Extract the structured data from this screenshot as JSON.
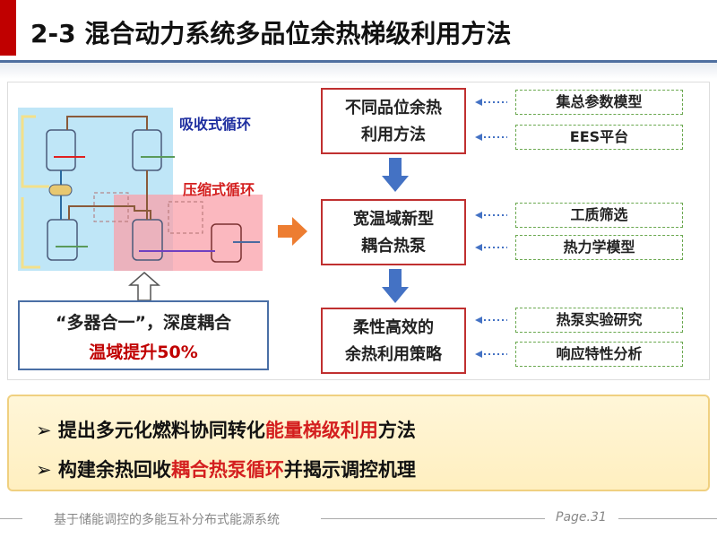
{
  "title": "2-3 混合动力系统多品位余热梯级利用方法",
  "diagram": {
    "absorption_label": "吸收式循环",
    "compression_label": "压缩式循环",
    "claim_line1": "“多器合一”，深度耦合",
    "claim_line2": "温域提升50%"
  },
  "flow": [
    {
      "label_line1": "不同品位余热",
      "label_line2": "利用方法",
      "inputs": [
        "集总参数模型",
        "EES平台"
      ]
    },
    {
      "label_line1": "宽温域新型",
      "label_line2": "耦合热泵",
      "inputs": [
        "工质筛选",
        "热力学模型"
      ]
    },
    {
      "label_line1": "柔性高效的",
      "label_line2": "余热利用策略",
      "inputs": [
        "热泵实验研究",
        "响应特性分析"
      ]
    }
  ],
  "bullets": [
    {
      "marker": "➢",
      "pre": "提出多元化燃料协同转化",
      "highlight": "能量梯级利用",
      "post": "方法"
    },
    {
      "marker": "➢",
      "pre": "构建余热回收",
      "highlight": "耦合热泵循环",
      "post": "并揭示调控机理"
    }
  ],
  "footer": {
    "text": "基于储能调控的多能互补分布式能源系统",
    "page": "Page.31"
  },
  "colors": {
    "accent_red": "#c00000",
    "accent_blue": "#4472c4",
    "dashed_green": "#6aa84f"
  }
}
